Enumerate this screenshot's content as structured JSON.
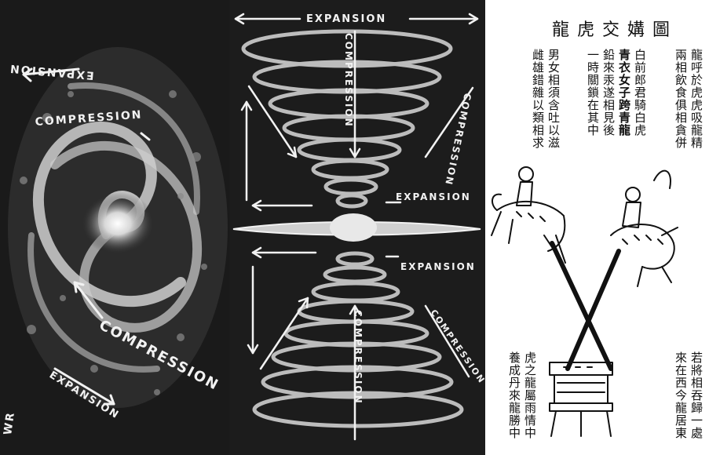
{
  "galaxy": {
    "labels": {
      "top_expansion": "EXPANSION",
      "top_compression": "COMPRESSION",
      "bottom_compression": "COMPRESSION",
      "bottom_expansion": "EXPANSION",
      "corner": "WR"
    }
  },
  "vortex": {
    "labels": {
      "top_expansion": "EXPANSION",
      "top_compression_vertical": "COMPRESSION",
      "right_compression_top": "COMPRESSION",
      "middle_expansion": "EXPANSION",
      "middle_expansion_2": "EXPANSION",
      "bottom_compression_vertical": "COMPRESSION",
      "right_compression_bottom": "COMPRESSION"
    }
  },
  "woodcut": {
    "title": "龍虎交媾圖",
    "columns_top": [
      "龍呼於虎虎吸龍精",
      "兩相飲食俱相貪併",
      "白前郎君騎白虎",
      "青衣女子跨青龍",
      "鉛來汞遂相見後",
      "一時關鎖在其中",
      "男女相須含吐以滋",
      "雌雄錯雜以類相求"
    ],
    "columns_bottom": [
      "若將相吞歸一處",
      "來在西今龍居東",
      "虎之龍屬雨情中",
      "養成丹來龍勝中"
    ]
  },
  "colors": {
    "chalkboard": "#1c1c1c",
    "chalk": "#f2f2f2",
    "paper": "#ffffff",
    "ink": "#111111"
  }
}
